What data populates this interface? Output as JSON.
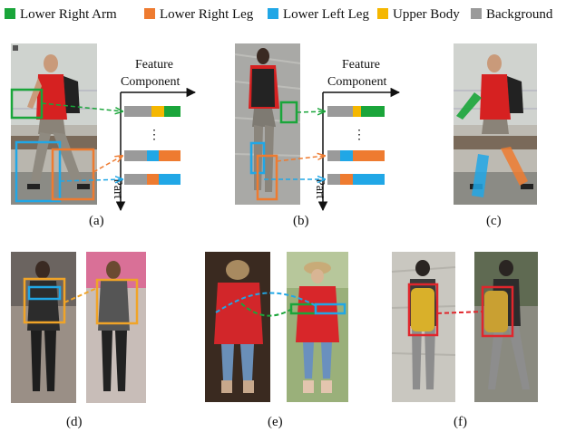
{
  "legend": [
    {
      "label": "Lower Right Arm",
      "color": "#1aa53a"
    },
    {
      "label": "Lower Right Leg",
      "color": "#ee7b30"
    },
    {
      "label": "Lower Left Leg",
      "color": "#21a7e6"
    },
    {
      "label": "Upper Body",
      "color": "#f5b700"
    },
    {
      "label": "Background",
      "color": "#9a9a9a"
    }
  ],
  "diagram_a": {
    "axis_x_label_line1": "Feature",
    "axis_x_label_line2": "Component",
    "axis_y_label": "Part",
    "dots": "⋮"
  },
  "diagram_b": {
    "axis_x_label_line1": "Feature",
    "axis_x_label_line2": "Component",
    "axis_y_label": "Part",
    "dots": "⋮"
  },
  "captions": {
    "a": "(a)",
    "b": "(b)",
    "c": "(c)",
    "d": "(d)",
    "e": "(e)",
    "f": "(f)"
  },
  "colors": {
    "green": "#1aa53a",
    "orange": "#ee7b30",
    "blue": "#21a7e6",
    "yellow": "#f5b700",
    "gray": "#9a9a9a",
    "red": "#e0262c",
    "box_yellow": "#f0a428"
  }
}
